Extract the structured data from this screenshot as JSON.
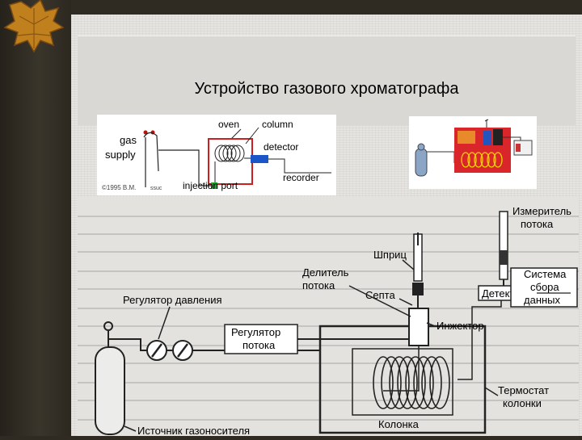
{
  "title": "Устройство газового хроматографа",
  "top_diagram": {
    "gas_supply_line1": "gas",
    "gas_supply_line2": "supply",
    "oven": "oven",
    "column": "column",
    "detector": "detector",
    "recorder": "recorder",
    "injection_port": "injection port",
    "copyright": "©1995 B.M.",
    "copyright_tail": "ssuc"
  },
  "schematic": {
    "flow_meter_line1": "Измеритель",
    "flow_meter_line2": "потока",
    "syringe": "Шприц",
    "splitter_line1": "Делитель",
    "splitter_line2": "потока",
    "septum": "Септа",
    "detector": "Детектор",
    "daq_line1": "Система",
    "daq_line2": "сбора",
    "daq_line3": "данных",
    "pressure_regulator": "Регулятор давления",
    "flow_regulator_line1": "Регулятор",
    "flow_regulator_line2": "потока",
    "injector": "Инжектор",
    "thermostat_line1": "Термостат",
    "thermostat_line2": "колонки",
    "column": "Колонка",
    "carrier_gas_source": "Источник газоносителя"
  },
  "colors": {
    "oven_red": "#cc1f1f",
    "detector_blue": "#1c55c8",
    "injection_green": "#1fa12a"
  }
}
